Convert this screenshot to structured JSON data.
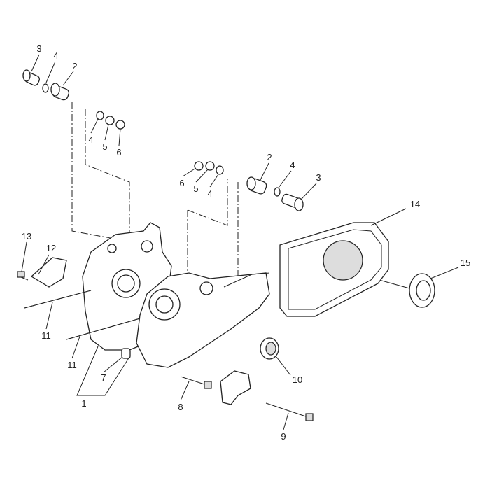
{
  "callouts": {
    "c3a": "3",
    "c4a": "4",
    "c2a": "2",
    "c4b": "4",
    "c5b": "5",
    "c6b": "6",
    "c2c": "2",
    "c4c": "4",
    "c3c": "3",
    "c6d": "6",
    "c5d": "5",
    "c4d": "4",
    "c14": "14",
    "c13": "13",
    "c12": "12",
    "c15": "15",
    "c11a": "11",
    "c11b": "11",
    "c7": "7",
    "c10": "10",
    "c1": "1",
    "c8": "8",
    "c9": "9"
  }
}
